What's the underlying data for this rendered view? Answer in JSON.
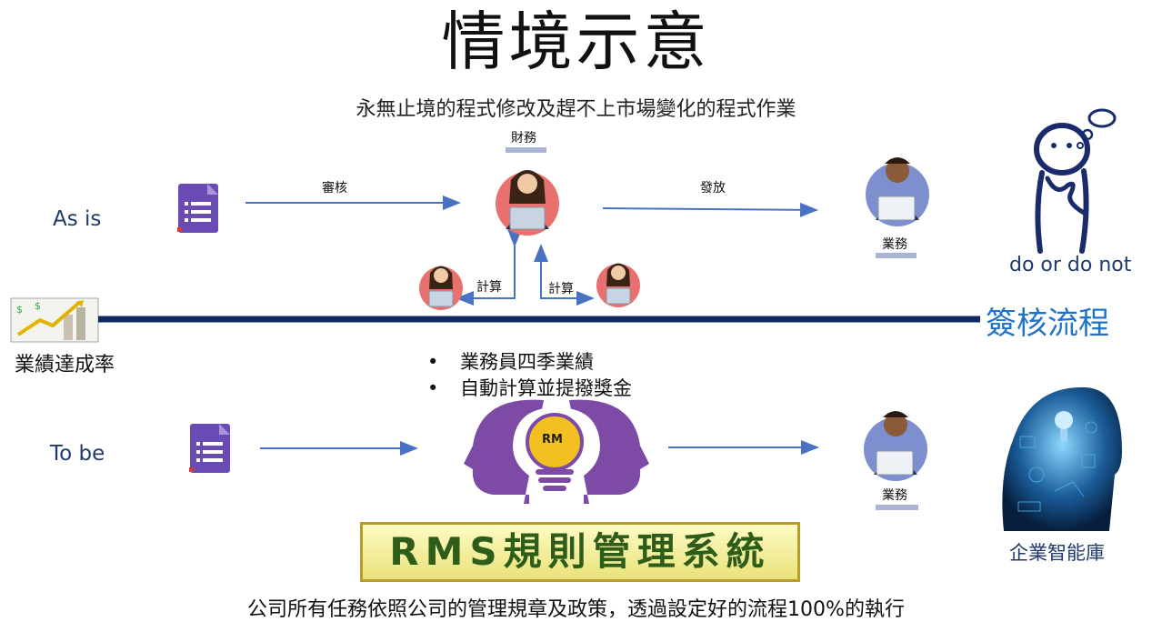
{
  "title": "情境示意",
  "subtitle": "永無止境的程式修改及趕不上市場變化的程式作業",
  "as_is": {
    "row_label": "As is",
    "review_label": "審核",
    "finance_label": "財務",
    "issue_label": "發放",
    "sales_label": "業務",
    "calc_left_label": "計算",
    "calc_right_label": "計算",
    "do_or_not": "do or do not"
  },
  "divider": {
    "signoff_label": "簽核流程",
    "perf_label": "業績達成率"
  },
  "to_be": {
    "row_label": "To be",
    "bullets": [
      "業務員四季業績",
      "自動計算並提撥獎金"
    ],
    "rm_badge": "RM",
    "sales_label": "業務",
    "system_name": "RMS規則管理系統",
    "knowledge_label": "企業智能庫"
  },
  "footer": "公司所有任務依照公司的管理規章及政策，透過設定好的流程100%的執行",
  "colors": {
    "arrow": "#4a72c4",
    "divider": "#0f2a5f",
    "form": "#6a4bb4",
    "finance_circle": "#e8706f",
    "sales_circle": "#7e8fd0",
    "brain": "#7d4aa6",
    "bulb": "#f2c021",
    "banner_text": "#2e5d1a"
  }
}
